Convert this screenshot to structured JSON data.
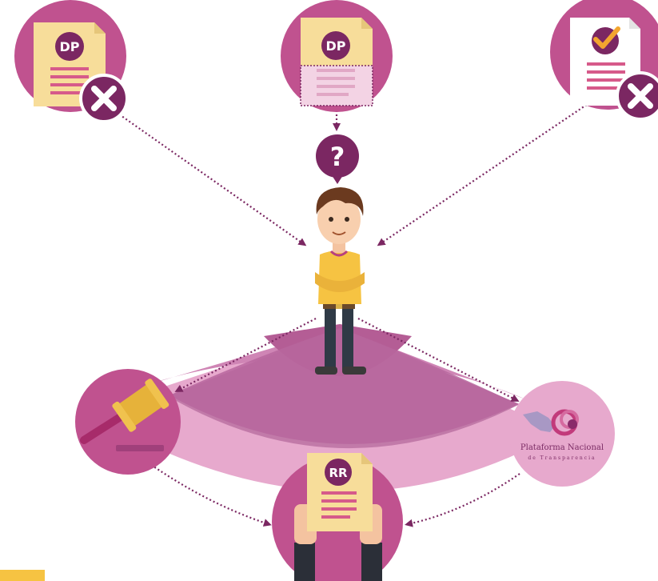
{
  "documents": {
    "left_badge": "DP",
    "center_badge": "DP",
    "right_badge": ""
  },
  "question_mark": "?",
  "recurso_badge": "RR",
  "platform_logo": {
    "line1": "Plataforma Nacional",
    "line2": "de Transparencia"
  },
  "colors": {
    "circle_pink": "#c0528f",
    "circle_light": "#e8a7cc",
    "deep_purple": "#7b2762",
    "document_cream": "#f7dd9a",
    "document_lines": "#d65a8a",
    "check_orange": "#f3a52f",
    "person_shirt": "#f6c342",
    "person_pants": "#2f3a46",
    "hammer_gold": "#e6b23a"
  },
  "icons": [
    "document-icon",
    "reject-x-icon",
    "question-icon",
    "person-icon",
    "gavel-icon",
    "platform-logo-icon",
    "hands-document-icon"
  ]
}
